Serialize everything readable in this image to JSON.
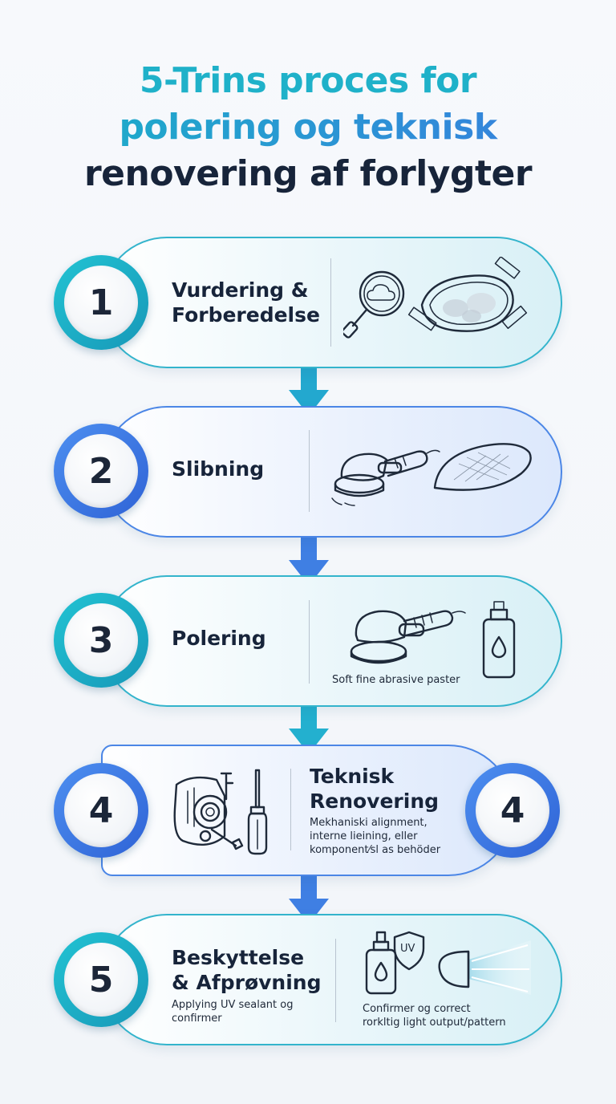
{
  "title": {
    "line1": "5-Trins proces for",
    "line2": "polering og teknisk",
    "line3": "renovering af forlygter"
  },
  "steps": [
    {
      "number": "1",
      "label_line1": "Vurdering &",
      "label_line2": "Forberedelse",
      "icons": [
        "magnifier-icon",
        "taped-headlight-icon"
      ]
    },
    {
      "number": "2",
      "label": "Slibning",
      "icons": [
        "sander-icon",
        "sanded-headlight-icon"
      ]
    },
    {
      "number": "3",
      "label": "Polering",
      "caption": "Soft fine abrasive paster",
      "icons": [
        "polisher-icon",
        "polish-bottle-icon"
      ]
    },
    {
      "number": "4",
      "label_line1": "Teknisk",
      "label_line2": "Renovering",
      "desc_line1": "Mekhaniski alignment,",
      "desc_line2": "interne lieining, eller",
      "desc_line3": "komponent⁄sl as behöder",
      "icons": [
        "headlight-assembly-icon",
        "screwdriver-icon"
      ]
    },
    {
      "number": "5",
      "label_line1": "Beskyttelse",
      "label_line2": "& Afprøvning",
      "desc_line1": "Applying UV sealant og",
      "desc_line2": "confirmer",
      "caption_line1": "Confirmer og correct",
      "caption_line2": "rorkltig light output/pattern",
      "icons": [
        "dropper-bottle-icon",
        "uv-shield-icon",
        "headlight-beam-icon"
      ],
      "badge": "UV"
    }
  ],
  "colors": {
    "teal": "#22b4c9",
    "blue": "#3f7be2",
    "text": "#17243a"
  }
}
